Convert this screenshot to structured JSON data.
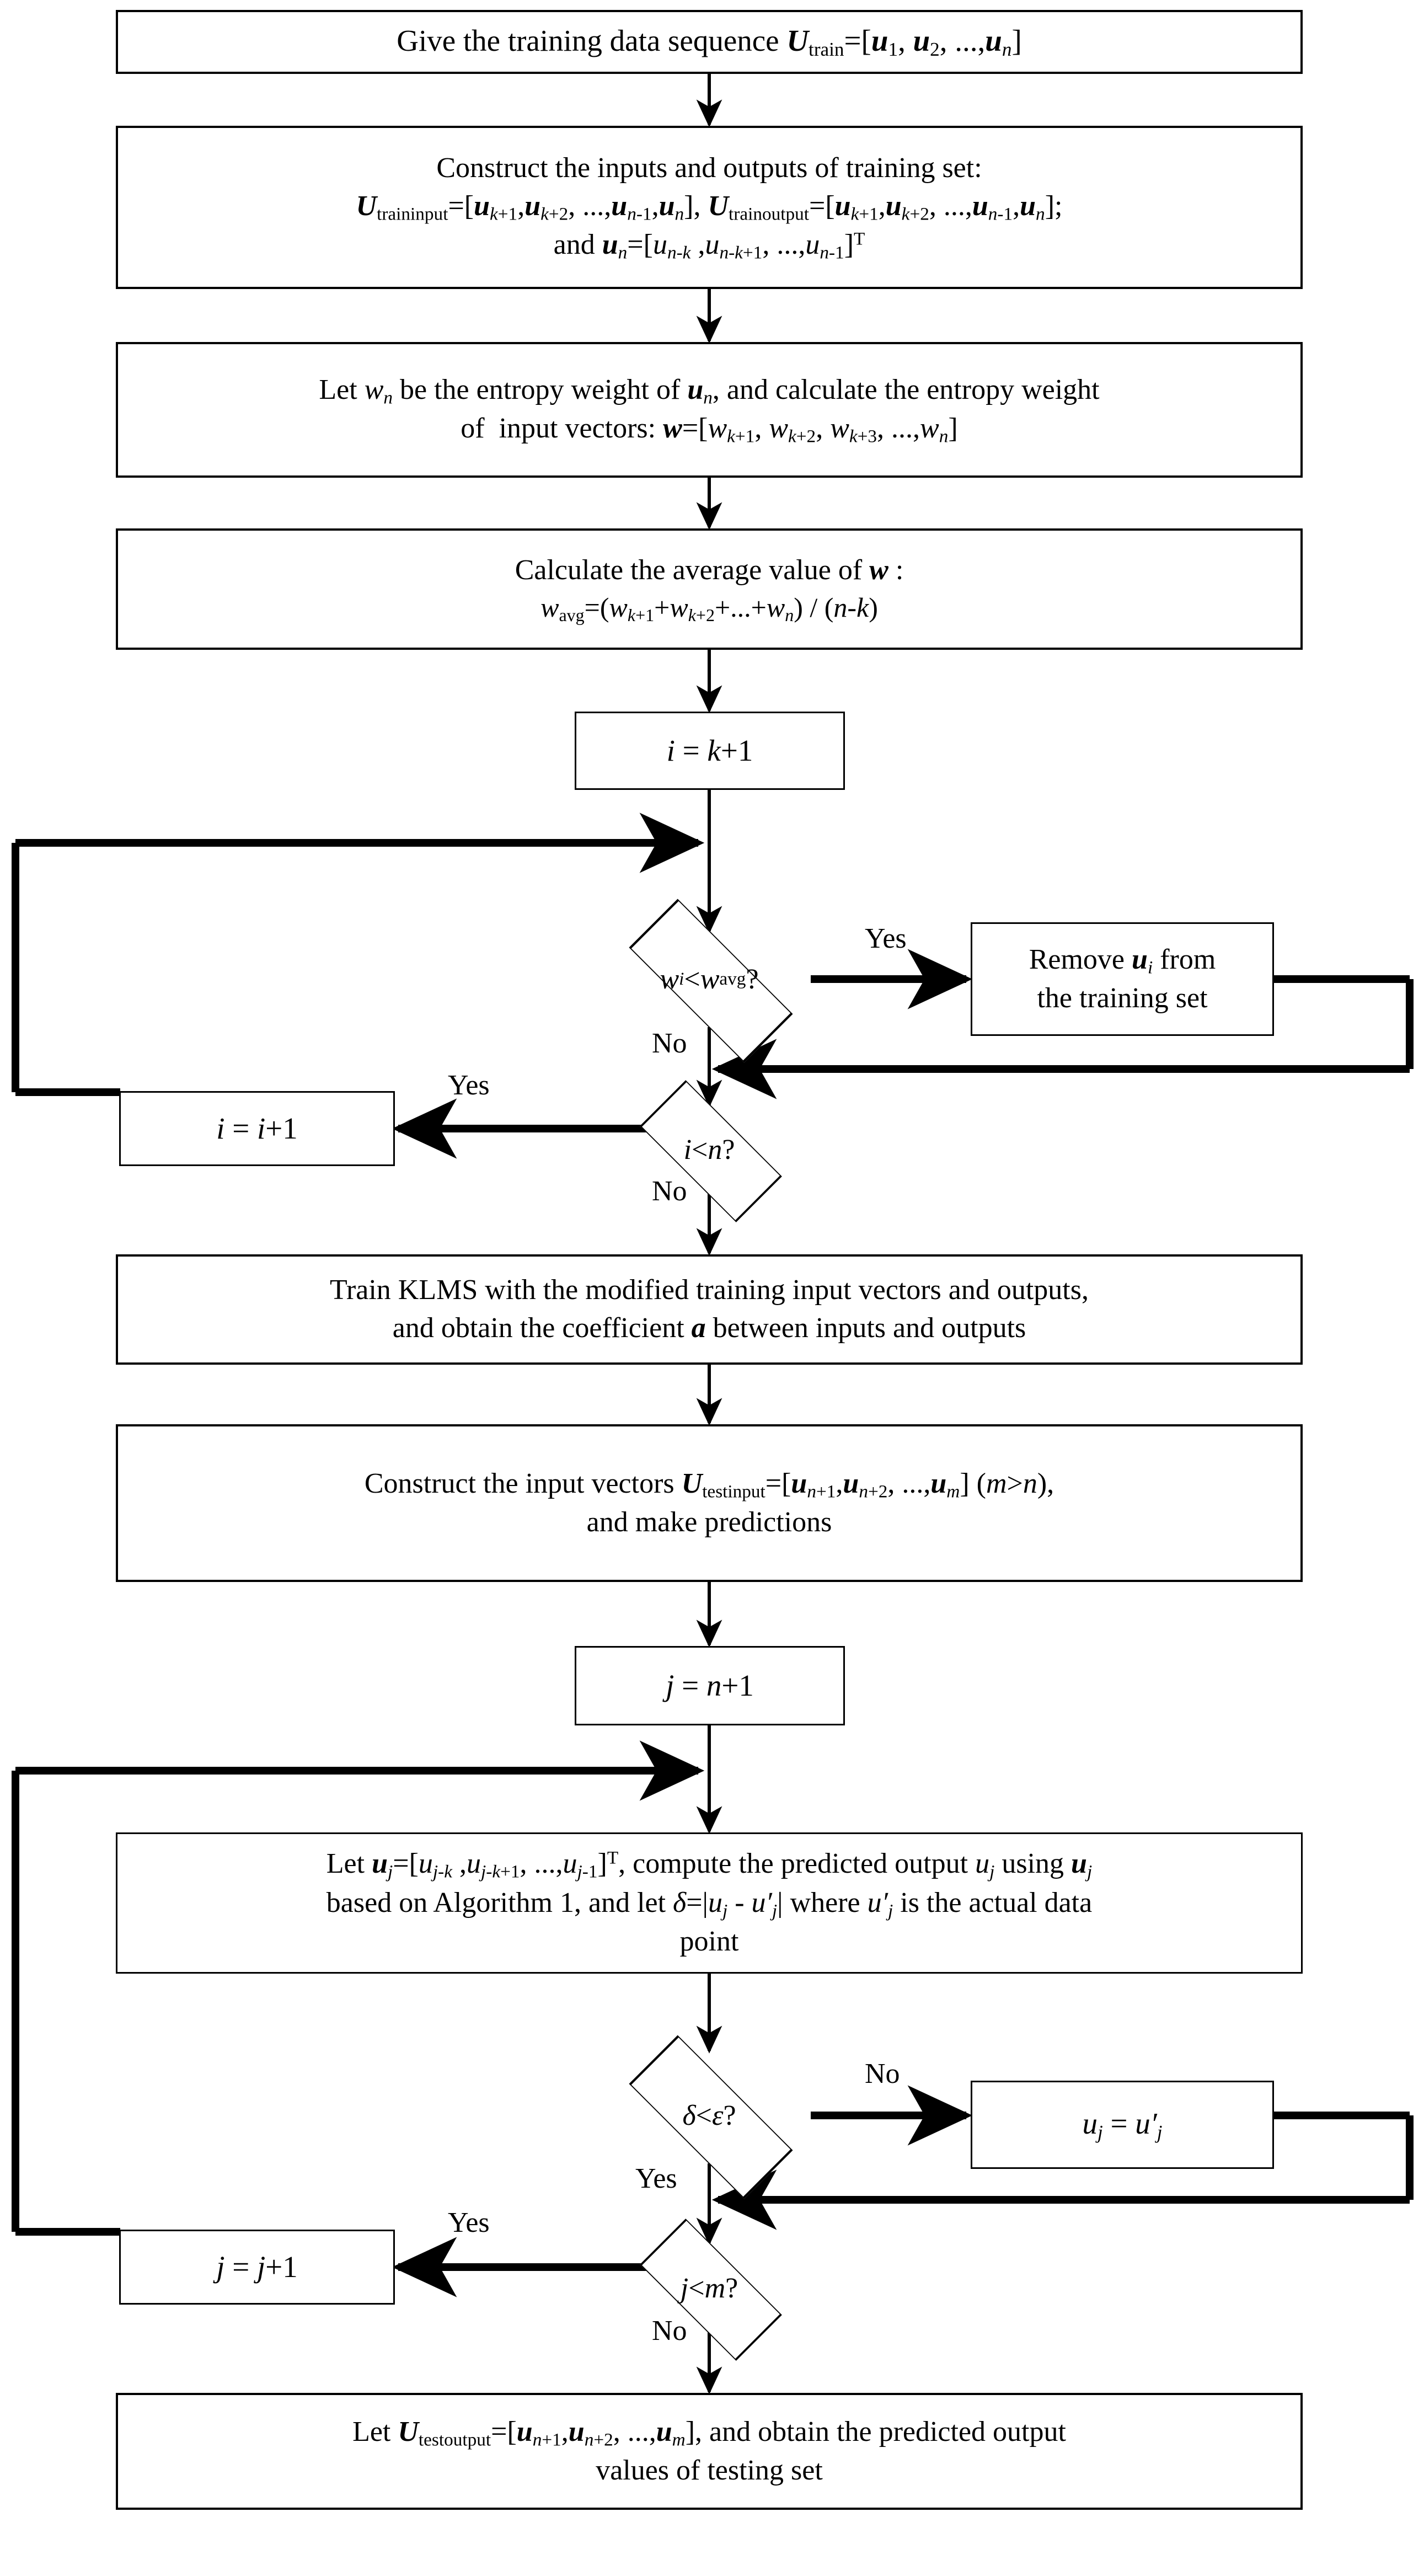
{
  "diagram": {
    "type": "flowchart",
    "title": "Entropy-weighted KLMS prediction flowchart",
    "stroke_color": "#000000",
    "fill_color": "#ffffff",
    "nodes": [
      {
        "id": "n1",
        "shape": "process",
        "text": "Give the training data sequence Utrain=[u1, u2, ...,un]"
      },
      {
        "id": "n2",
        "shape": "process",
        "line1": "Construct the inputs and outputs of training set:",
        "line2": "Utraininput=[uk+1,uk+2, ...,un-1,un], Utrainoutput=[uk+1,uk+2, ...,un-1,un];",
        "line3": "and un=[un-k ,un-k+1, ...,un-1]T"
      },
      {
        "id": "n3",
        "shape": "process",
        "line1": "Let wn be the entropy weight of un, and calculate the entropy weight",
        "line2": "of  input vectors: w=[wk+1, wk+2, wk+3, ...,wn]"
      },
      {
        "id": "n4",
        "shape": "process",
        "line1": "Calculate the average value of w :",
        "line2": "wavg=(wk+1+wk+2+...+wn) / (n-k)"
      },
      {
        "id": "n5",
        "shape": "process",
        "text": "i = k+1"
      },
      {
        "id": "d1",
        "shape": "decision",
        "text": "wi < wavg ?",
        "yes_label": "Yes",
        "no_label": "No"
      },
      {
        "id": "n6",
        "shape": "process",
        "line1": "Remove ui from",
        "line2": "the training set"
      },
      {
        "id": "d2",
        "shape": "decision",
        "text": "i < n ?",
        "yes_label": "Yes",
        "no_label": "No"
      },
      {
        "id": "n7",
        "shape": "process",
        "text": "i = i+1"
      },
      {
        "id": "n8",
        "shape": "process",
        "line1": "Train KLMS with the modified training input vectors and outputs,",
        "line2": "and obtain the coefficient a between inputs and outputs"
      },
      {
        "id": "n9",
        "shape": "process",
        "line1": "Construct the input vectors Utestinput=[un+1,un+2, ...,um] (m>n),",
        "line2": "and make predictions"
      },
      {
        "id": "n10",
        "shape": "process",
        "text": "j = n+1"
      },
      {
        "id": "n11",
        "shape": "process",
        "line1": "Let uj=[uj-k ,uj-k+1, ...,uj-1]T, compute the predicted output uj using uj",
        "line2": "based on Algorithm 1, and let d=|uj - u'j| where u'j is the actual data",
        "line3": "point"
      },
      {
        "id": "d3",
        "shape": "decision",
        "text": "d < e ?",
        "yes_label": "Yes",
        "no_label": "No"
      },
      {
        "id": "n12",
        "shape": "process",
        "text": "uj = u'j"
      },
      {
        "id": "d4",
        "shape": "decision",
        "text": "j < m ?",
        "yes_label": "Yes",
        "no_label": "No"
      },
      {
        "id": "n13",
        "shape": "process",
        "text": "j = j+1"
      },
      {
        "id": "n14",
        "shape": "process",
        "line1": "Let Utestoutput=[un+1,un+2, ...,um], and obtain the predicted output",
        "line2": "values of testing set"
      }
    ],
    "edge_labels": {
      "d1_yes": "Yes",
      "d1_no": "No",
      "d2_yes": "Yes",
      "d2_no": "No",
      "d3_yes": "Yes",
      "d3_no": "No",
      "d4_yes": "Yes",
      "d4_no": "No"
    }
  }
}
